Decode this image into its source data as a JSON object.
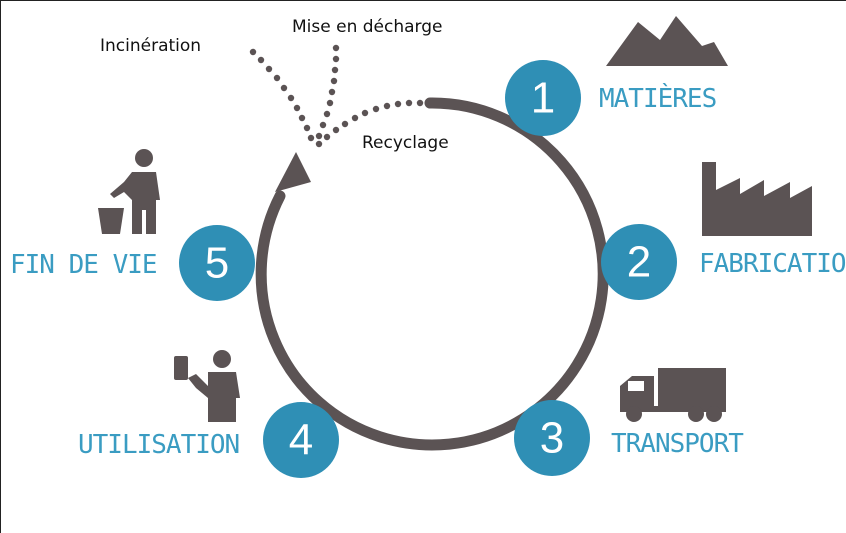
{
  "diagram": {
    "stages": [
      {
        "number": "1",
        "label": "MATIÈRES",
        "icon": "mountains-icon"
      },
      {
        "number": "2",
        "label": "FABRICATION",
        "icon": "factory-icon"
      },
      {
        "number": "3",
        "label": "TRANSPORT",
        "icon": "truck-icon"
      },
      {
        "number": "4",
        "label": "UTILISATION",
        "icon": "person-using-phone-icon"
      },
      {
        "number": "5",
        "label": "FIN DE VIE",
        "icon": "person-trash-bin-icon"
      }
    ],
    "end_of_life_paths": {
      "incineration": "Incinération",
      "landfill": "Mise en décharge",
      "recycling": "Recyclage"
    },
    "colors": {
      "circle_accent": "#2f8fb5",
      "label_text": "#3a9cc2",
      "cycle_line": "#5b5354",
      "icon_fill": "#5b5354"
    }
  }
}
